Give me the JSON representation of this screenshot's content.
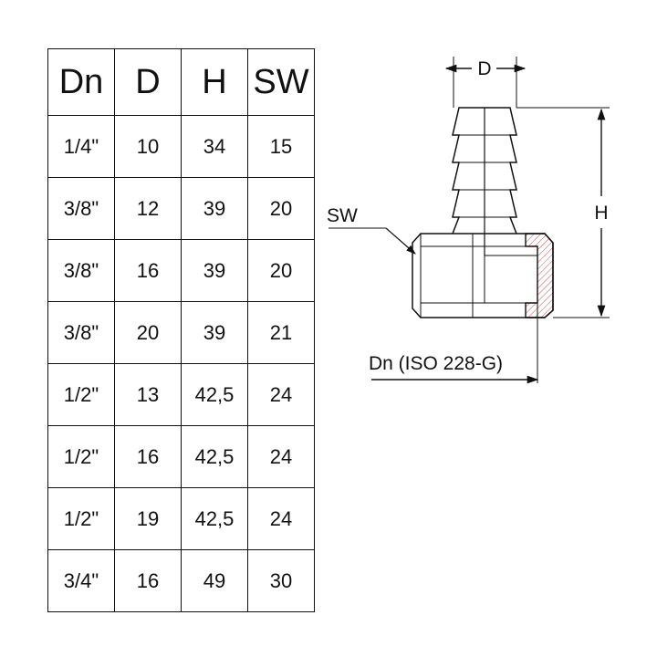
{
  "table": {
    "headers": [
      "Dn",
      "D",
      "H",
      "SW"
    ],
    "rows": [
      [
        "1/4\"",
        "10",
        "34",
        "15"
      ],
      [
        "3/8\"",
        "12",
        "39",
        "20"
      ],
      [
        "3/8\"",
        "16",
        "39",
        "20"
      ],
      [
        "3/8\"",
        "20",
        "39",
        "21"
      ],
      [
        "1/2\"",
        "13",
        "42,5",
        "24"
      ],
      [
        "1/2\"",
        "16",
        "42,5",
        "24"
      ],
      [
        "1/2\"",
        "19",
        "42,5",
        "24"
      ],
      [
        "3/4\"",
        "16",
        "49",
        "30"
      ]
    ]
  },
  "diagram": {
    "label_d": "D",
    "label_h": "H",
    "label_sw": "SW",
    "label_dn": "Dn (ISO 228-G)"
  }
}
